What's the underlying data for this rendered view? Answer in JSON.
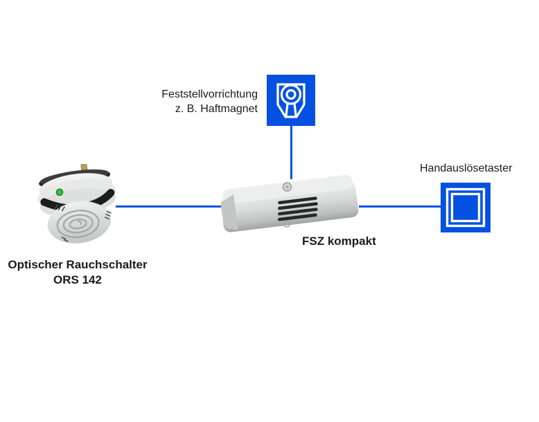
{
  "diagram": {
    "description": "Wiring/system diagram of a hold-open system: optical smoke switch and manual release button connected to FSZ kompakt control unit with hold-open device (holding magnet)",
    "colors": {
      "accent_blue": "#0451e1",
      "background": "#ffffff",
      "label_text": "#1a1a1a",
      "icon_glyph": "#ffffff"
    },
    "nodes": {
      "haftmagnet": {
        "label_line1": "Feststellvorrichtung",
        "label_line2": "z. B. Haftmagnet",
        "icon": "haftmagnet-icon"
      },
      "handausloesetaster": {
        "label": "Handauslösetaster",
        "icon": "manual-release-button-icon"
      },
      "rauchschalter": {
        "label_line1": "Optischer Rauchschalter",
        "label_line2": "ORS 142",
        "image": "smoke-detector-photo"
      },
      "fsz": {
        "label": "FSZ kompakt",
        "image": "fsz-kompakt-photo"
      }
    },
    "connectors": [
      {
        "from": "haftmagnet",
        "to": "fsz",
        "orientation": "vertical"
      },
      {
        "from": "rauchschalter",
        "to": "fsz",
        "orientation": "horizontal"
      },
      {
        "from": "fsz",
        "to": "handausloesetaster",
        "orientation": "horizontal"
      }
    ]
  }
}
